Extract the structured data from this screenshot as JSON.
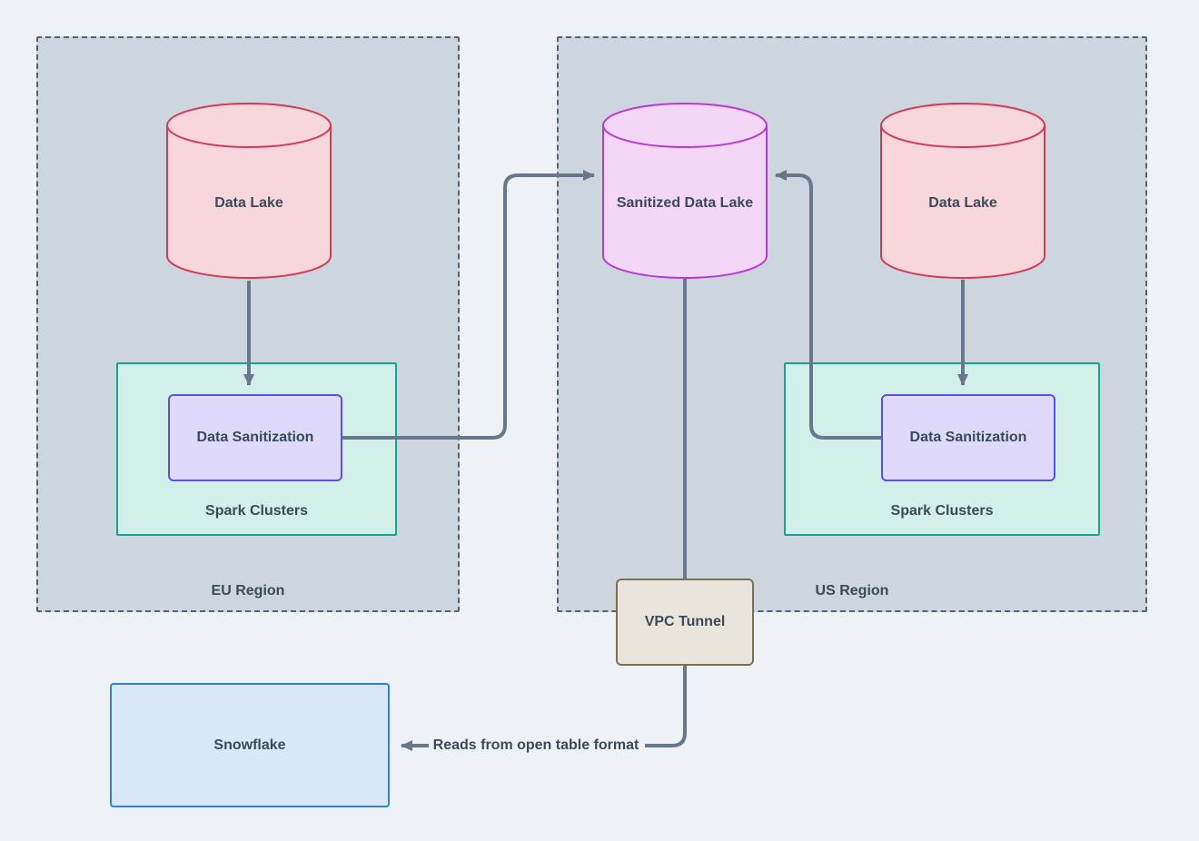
{
  "diagram": {
    "type": "architecture-flow"
  },
  "palette": {
    "page_bg": "#eef1f6",
    "region_bg": "#cdd6df",
    "region_border": "#54626f",
    "arrow": "#68788c",
    "text": "#3b4a57",
    "data_lake_fill": "#f8d7dc",
    "data_lake_border": "#d23b54",
    "sanitized_lake_fill": "#f4d7f6",
    "sanitized_lake_border": "#bb38d4",
    "spark_box_fill": "#d3efe9",
    "spark_box_border": "#18a48c",
    "sanitization_box_fill": "#dfd9fb",
    "sanitization_box_border": "#5b50e2",
    "vpc_box_fill": "#eae5dc",
    "vpc_box_border": "#7e6e50",
    "snowflake_box_fill": "#d8e8f8",
    "snowflake_box_border": "#3080d8"
  },
  "regions": {
    "eu": {
      "label": "EU Region"
    },
    "us": {
      "label": "US Region"
    }
  },
  "nodes": {
    "eu_data_lake": {
      "label": "Data Lake"
    },
    "eu_spark_clusters": {
      "label": "Spark Clusters"
    },
    "eu_data_sanitization": {
      "label": "Data Sanitization"
    },
    "sanitized_data_lake": {
      "label": "Sanitized Data Lake"
    },
    "us_data_lake": {
      "label": "Data Lake"
    },
    "us_spark_clusters": {
      "label": "Spark Clusters"
    },
    "us_data_sanitization": {
      "label": "Data Sanitization"
    },
    "vpc_tunnel": {
      "label": "VPC Tunnel"
    },
    "snowflake": {
      "label": "Snowflake"
    }
  },
  "edges": {
    "vpc_to_snowflake": {
      "label": "Reads from open table format"
    }
  }
}
